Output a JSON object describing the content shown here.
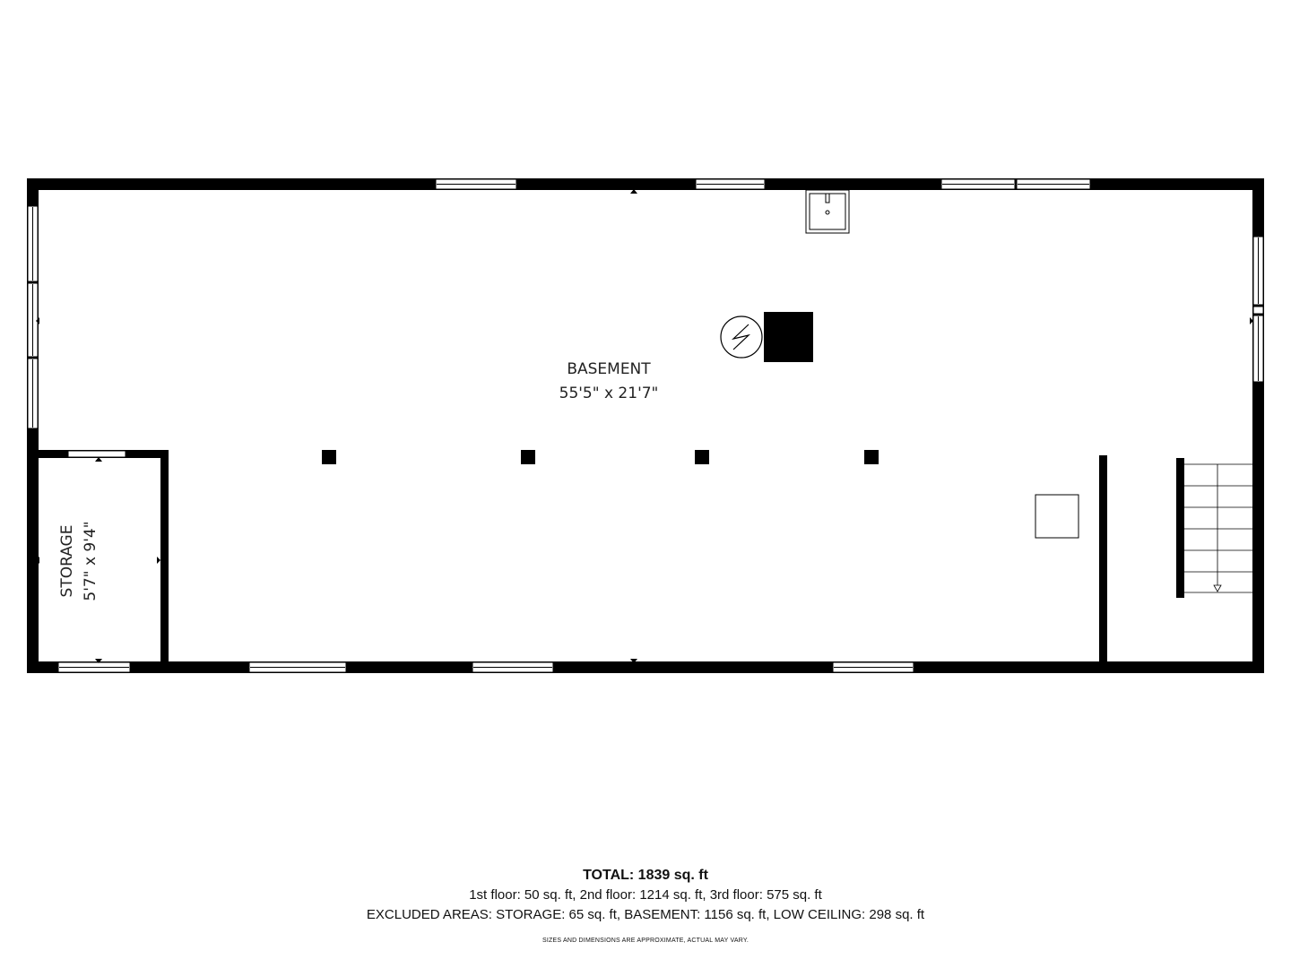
{
  "rooms": {
    "basement": {
      "name": "BASEMENT",
      "dims": "55'5\" x 21'7\""
    },
    "storage": {
      "name": "STORAGE",
      "dims": "5'7\" x 9'4\""
    }
  },
  "summary": {
    "total": "TOTAL: 1839 sq. ft",
    "floors": "1st floor: 50 sq. ft, 2nd floor: 1214 sq. ft, 3rd floor: 575 sq. ft",
    "excluded": "EXCLUDED AREAS: STORAGE: 65 sq. ft, BASEMENT: 1156 sq. ft, LOW CEILING: 298 sq. ft",
    "disclaimer": "SIZES AND DIMENSIONS ARE APPROXIMATE, ACTUAL MAY VARY."
  },
  "colors": {
    "wall": "#000000",
    "background": "#ffffff"
  },
  "icons": [
    "electrical-panel-icon",
    "sink-icon",
    "door-marker-icon",
    "stairs-down-arrow-icon"
  ]
}
